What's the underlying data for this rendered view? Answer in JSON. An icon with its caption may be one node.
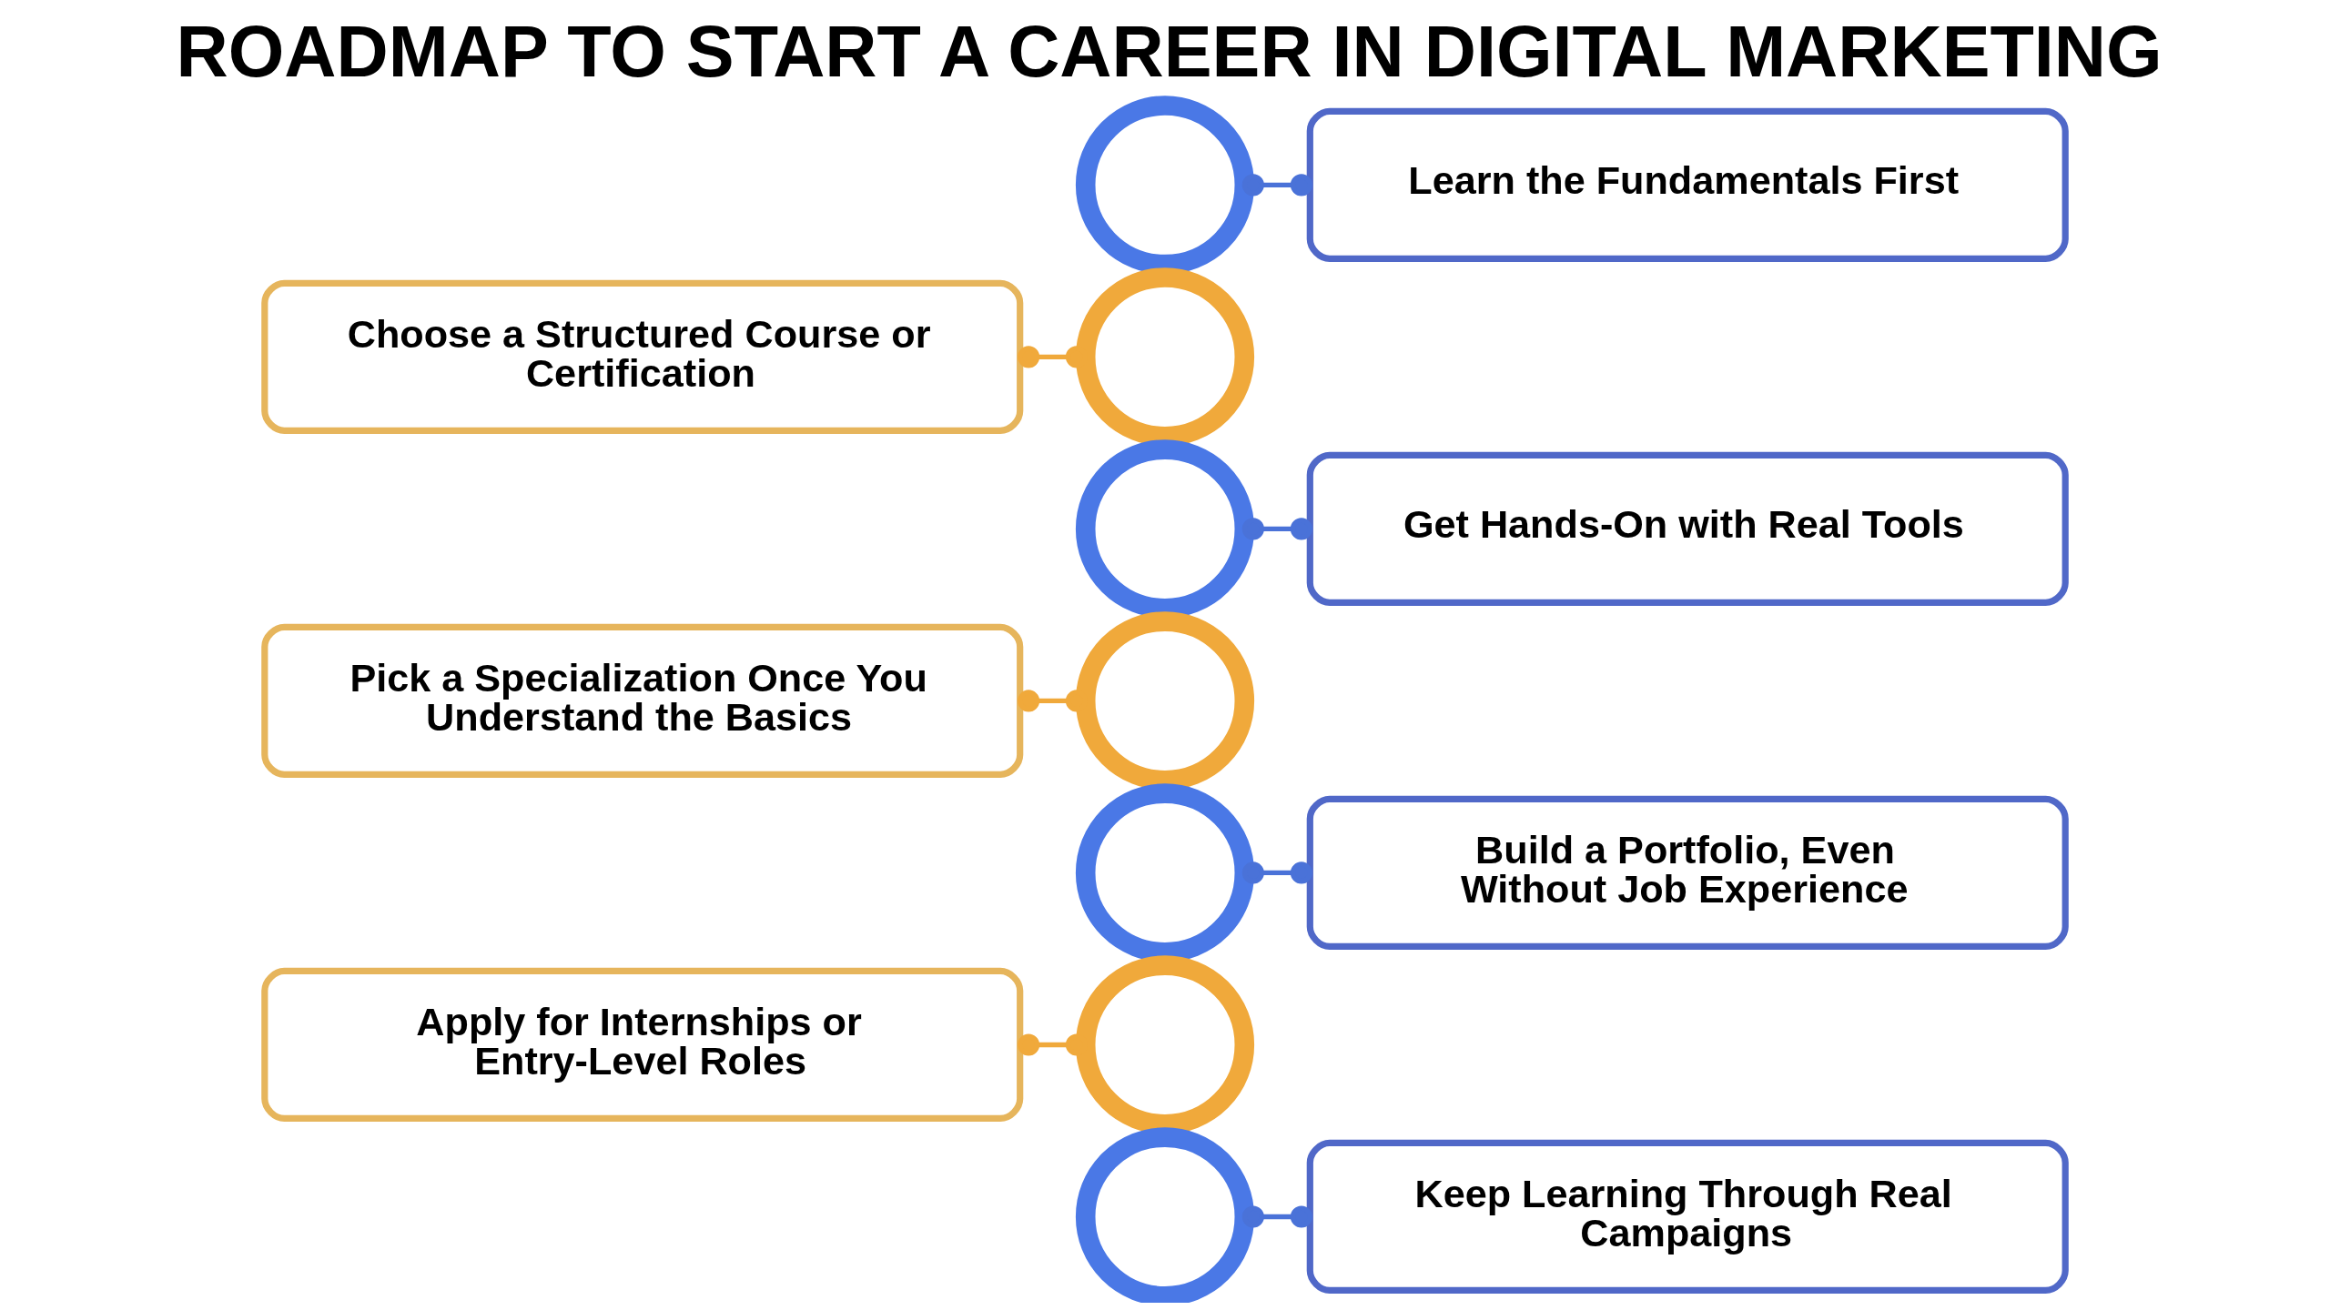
{
  "diagram": {
    "title": "ROADMAP TO START A CAREER IN DIGITAL MARKETING",
    "nodes": [
      {
        "text": [],
        "shape": "circle"
      },
      {
        "text": [
          "Learn the Fundamentals First"
        ]
      },
      {
        "text": [
          "Choose a Structured Course or Certification"
        ]
      },
      {
        "text": [],
        "shape": "circle"
      },
      {
        "text": [],
        "shape": "circle"
      },
      {
        "text": [
          "Get Hands-On with Real Tools"
        ]
      },
      {
        "text": [
          "Pick a Specialization Once You Understand the Basics"
        ]
      },
      {
        "text": [],
        "shape": "circle"
      },
      {
        "text": [],
        "shape": "circle"
      },
      {
        "text": [
          "Build a Portfolio, Even Without Job Experience"
        ]
      },
      {
        "text": [
          "Apply for Internships or Entry-Level Roles"
        ]
      },
      {
        "text": [],
        "shape": "circle"
      },
      {
        "text": [],
        "shape": "circle"
      },
      {
        "text": [
          "Keep Learning Through Real Campaigns"
        ]
      }
    ],
    "edges": [
      {
        "from": 0,
        "to": 1,
        "arrow": "other"
      },
      {
        "from": 2,
        "to": 3,
        "arrow": "other",
        "color": "#f0a93b"
      },
      {
        "from": 4,
        "to": 5,
        "arrow": "other"
      },
      {
        "from": 6,
        "to": 7,
        "arrow": "other",
        "color": "#f0a93b"
      },
      {
        "from": 8,
        "to": 9,
        "arrow": "other"
      },
      {
        "from": 10,
        "to": 11,
        "arrow": "other",
        "color": "#f0a93b"
      },
      {
        "from": 12,
        "to": 13,
        "arrow": "other"
      }
    ]
  }
}
